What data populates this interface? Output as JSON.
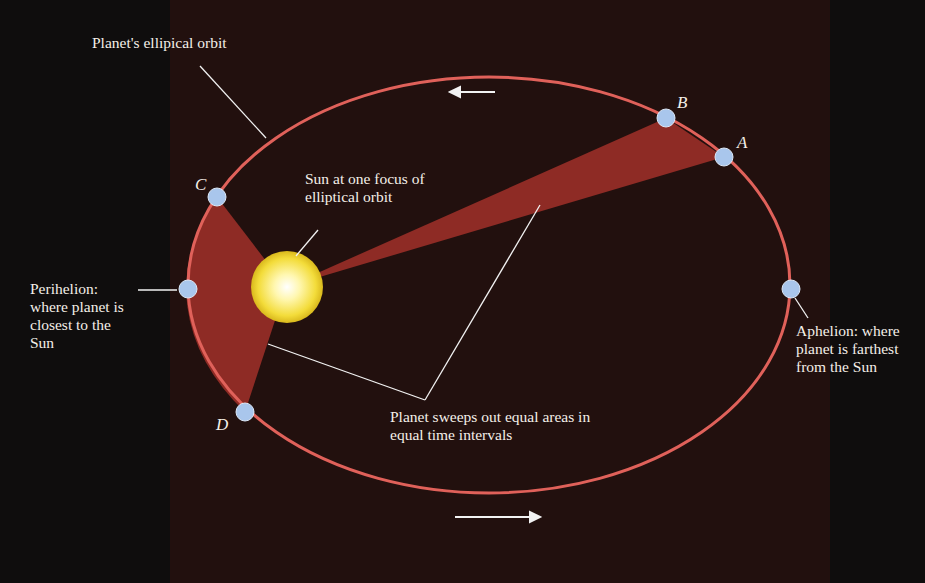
{
  "diagram": {
    "labels": [
      "Planet's ellipical orbit",
      "B",
      "A",
      "C",
      "Sun at one focus of elliptical orbit",
      "Perihelion: where planet is closest to the Sun",
      "Aphelion: where planet is farthest from the Sun",
      "D",
      "Planet sweeps out equal areas in equal time intervals"
    ]
  }
}
